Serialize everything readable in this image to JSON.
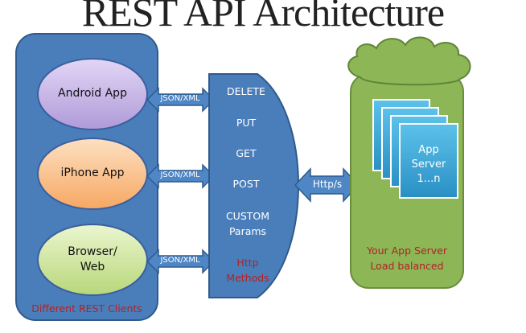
{
  "title": "REST API Architecture",
  "clients": {
    "caption": "Different REST Clients",
    "apps": [
      {
        "line1": "Android App",
        "line2": ""
      },
      {
        "line1": "iPhone App",
        "line2": ""
      },
      {
        "line1": "Browser/",
        "line2": "Web"
      }
    ],
    "format_label": "JSON/XML"
  },
  "methods": {
    "items": [
      "DELETE",
      "PUT",
      "GET",
      "POST"
    ],
    "custom_line1": "CUSTOM",
    "custom_line2": "Params",
    "footer_line1": "Http",
    "footer_line2": "Methods"
  },
  "transport_label": "Http/s",
  "server": {
    "card_line1": "App",
    "card_line2": "Server",
    "card_line3": "1...n",
    "caption_line1": "Your App Server",
    "caption_line2": "Load balanced"
  },
  "colors": {
    "client_panel": "#4a7ebb",
    "android": "#c9b8e8",
    "iphone": "#fcc99a",
    "browser": "#d2e8a4",
    "server_panel": "#8db657",
    "card": "#38a8d8"
  }
}
